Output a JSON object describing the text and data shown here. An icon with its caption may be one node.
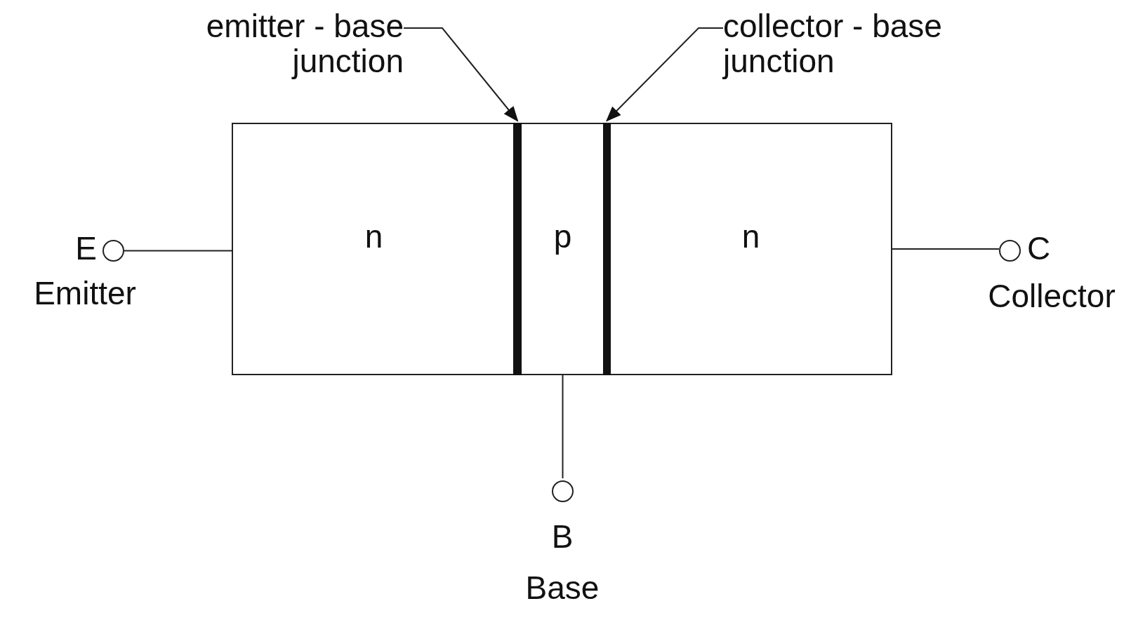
{
  "diagram": {
    "nodes": [
      {
        "text": [
          "emitter - base junction"
        ]
      },
      {
        "text": [
          "collector - base junction"
        ]
      },
      {
        "text": [
          "n"
        ]
      },
      {
        "text": [
          "p"
        ]
      },
      {
        "text": [
          "n"
        ]
      },
      {
        "text": [],
        "shape": "bar"
      },
      {
        "text": [],
        "shape": "bar"
      },
      {
        "text": [],
        "shape": "circle",
        "beside": [
          "E",
          "Emitter"
        ]
      },
      {
        "text": [],
        "shape": "circle",
        "beside": [
          "C",
          "Collector"
        ]
      },
      {
        "text": [],
        "shape": "circle",
        "beside": [
          "B",
          "Base"
        ]
      }
    ],
    "edges": [
      {
        "from": 0,
        "to": 5,
        "arrow": "to"
      },
      {
        "from": 1,
        "to": 6,
        "arrow": "to"
      },
      {
        "from": 7,
        "to": 2,
        "arrow": "none"
      },
      {
        "from": 4,
        "to": 8,
        "arrow": "none"
      },
      {
        "from": 3,
        "to": 9,
        "arrow": "none"
      }
    ]
  }
}
